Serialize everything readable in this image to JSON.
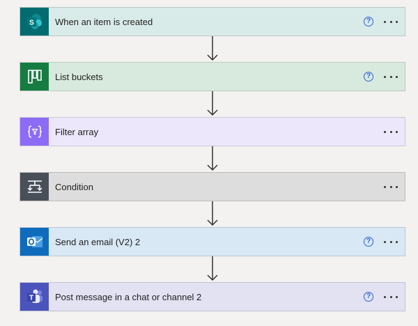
{
  "steps": [
    {
      "label": "When an item is created",
      "icon": "sharepoint-icon",
      "bg": "#d9ebe8",
      "icon_bg": "#036c70",
      "help": true
    },
    {
      "label": "List buckets",
      "icon": "planner-icon",
      "bg": "#d8eadd",
      "icon_bg": "#177c42",
      "help": true
    },
    {
      "label": "Filter array",
      "icon": "filter-array-icon",
      "bg": "#ece7fb",
      "icon_bg": "#8c6cf6",
      "help": false
    },
    {
      "label": "Condition",
      "icon": "condition-icon",
      "bg": "#dddddd",
      "icon_bg": "#494f58",
      "help": false
    },
    {
      "label": "Send an email (V2) 2",
      "icon": "outlook-icon",
      "bg": "#d8e8f5",
      "icon_bg": "#0f6cbd",
      "help": true
    },
    {
      "label": "Post message in a chat or channel 2",
      "icon": "teams-icon",
      "bg": "#e2e2f2",
      "icon_bg": "#4b53bc",
      "help": true
    }
  ],
  "help_glyph": "?"
}
